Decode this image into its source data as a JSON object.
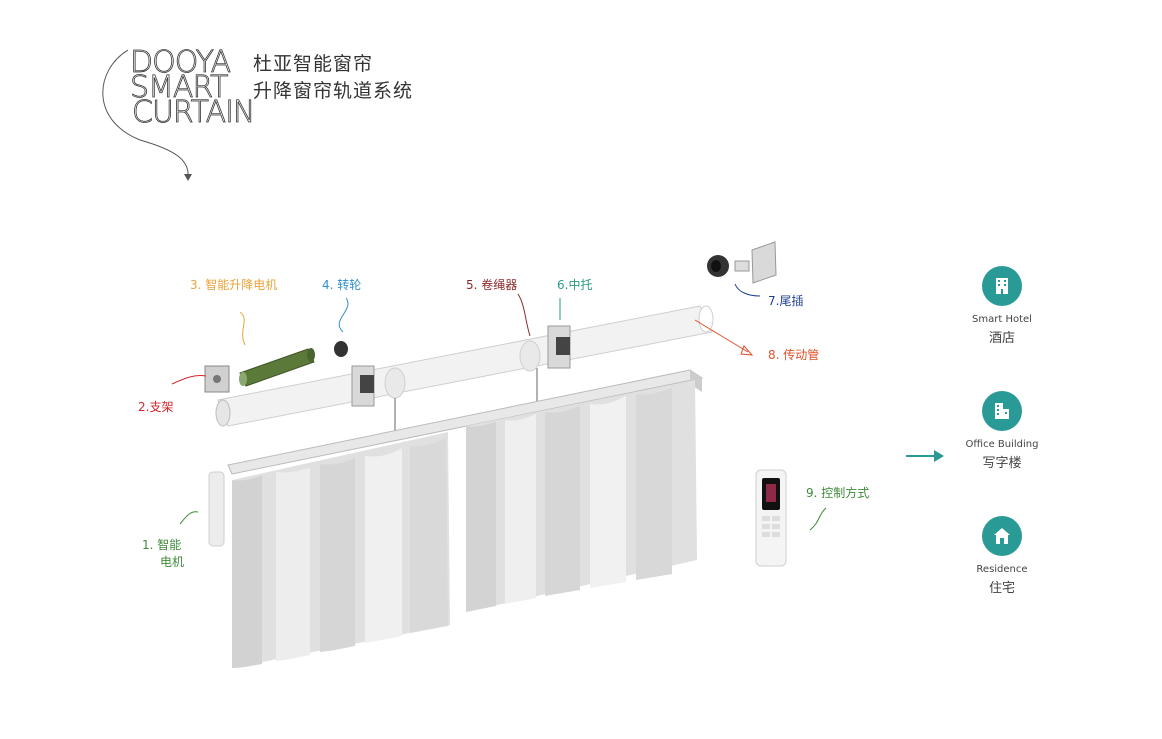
{
  "logo": {
    "line1": "DOOYA",
    "line2": "SMART",
    "line3": "CURTAIN"
  },
  "title": {
    "line1": "杜亚智能窗帘",
    "line2": "升降窗帘轨道系统"
  },
  "parts": [
    {
      "id": "motor",
      "label": "1. 智能",
      "label2": "电机",
      "color": "#3f8a3a"
    },
    {
      "id": "bracket",
      "label": "2.支架",
      "color": "#d1262c"
    },
    {
      "id": "lift",
      "label": "3. 智能升降电机",
      "color": "#e8a43a"
    },
    {
      "id": "pulley",
      "label": "4. 转轮",
      "color": "#2f8fc9"
    },
    {
      "id": "winder",
      "label": "5. 卷绳器",
      "color": "#8b2a2a"
    },
    {
      "id": "support",
      "label": "6.中托",
      "color": "#2a9a86"
    },
    {
      "id": "endplug",
      "label": "7.尾插",
      "color": "#1f3f8f"
    },
    {
      "id": "tube",
      "label": "8. 传动管",
      "color": "#e0502a"
    },
    {
      "id": "control",
      "label": "9. 控制方式",
      "color": "#3f8a3a"
    }
  ],
  "applications": [
    {
      "en": "Smart Hotel",
      "cn": "酒店",
      "icon": "hotel-icon"
    },
    {
      "en": "Office Building",
      "cn": "写字楼",
      "icon": "office-building-icon"
    },
    {
      "en": "Residence",
      "cn": "住宅",
      "icon": "residence-icon"
    }
  ],
  "colors": {
    "accent": "#2a9a96",
    "motor_green": "#5b7a3a"
  }
}
